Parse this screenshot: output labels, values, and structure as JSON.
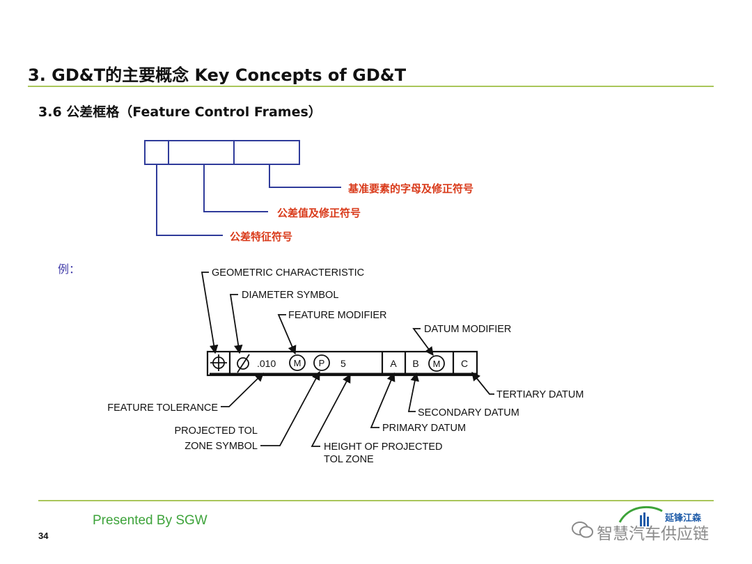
{
  "slide": {
    "title": "3. GD&T的主要概念  Key Concepts of GD&T",
    "subtitle": "3.6 公差框格（Feature Control Frames）",
    "page_number": "34",
    "presented_by": "Presented By SGW",
    "example_label": "例："
  },
  "frame_diagram": {
    "label_datum": "基准要素的字母及修正符号",
    "label_tolerance": "公差值及修正符号",
    "label_characteristic": "公差特征符号"
  },
  "example_frame": {
    "cells": {
      "position_symbol": "⌖",
      "diameter_symbol": "∅",
      "tolerance_value": ".010",
      "modifier_m": "M",
      "modifier_p": "P",
      "projected_height": "5",
      "datum_a": "A",
      "datum_b": "B",
      "datum_b_modifier": "M",
      "datum_c": "C"
    },
    "callouts": {
      "geometric_characteristic": "GEOMETRIC CHARACTERISTIC",
      "diameter_symbol": "DIAMETER SYMBOL",
      "feature_modifier": "FEATURE MODIFIER",
      "datum_modifier": "DATUM MODIFIER",
      "tertiary_datum": "TERTIARY DATUM",
      "secondary_datum": "SECONDARY DATUM",
      "primary_datum": "PRIMARY DATUM",
      "feature_tolerance": "FEATURE TOLERANCE",
      "projected_tol_line1": "PROJECTED TOL",
      "projected_tol_line2": "ZONE SYMBOL",
      "height_projected_line1": "HEIGHT OF PROJECTED",
      "height_projected_line2": "TOL ZONE"
    }
  },
  "watermark": {
    "text": "智慧汽车供应链",
    "logo_text": "延锋江森",
    "icon": "chat-bubble-icon"
  },
  "colors": {
    "accent_rule": "#a9c65a",
    "label_red": "#d93a1a",
    "frame_blue": "#2f3b9a",
    "presented_green": "#3da33a"
  }
}
